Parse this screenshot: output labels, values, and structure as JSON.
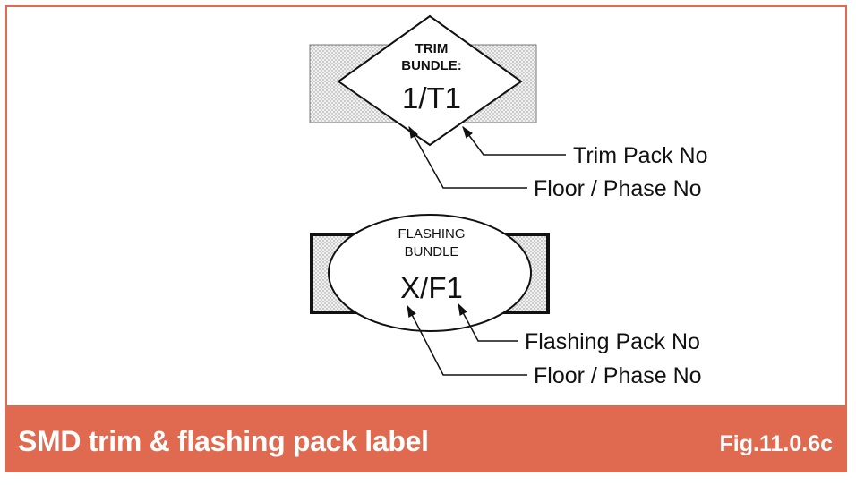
{
  "trim": {
    "line1": "TRIM",
    "line2": "BUNDLE:",
    "code": "1/T1",
    "callout_pack": "Trim Pack No",
    "callout_floor": "Floor / Phase No"
  },
  "flashing": {
    "line1": "FLASHING",
    "line2": "BUNDLE",
    "code": "X/F1",
    "callout_pack": "Flashing Pack No",
    "callout_floor": "Floor / Phase No"
  },
  "footer": {
    "title": "SMD trim & flashing pack label",
    "figure": "Fig.11.0.6c"
  },
  "colors": {
    "accent": "#e06a50",
    "line": "#111111",
    "hatch": "#d9d9d9"
  }
}
